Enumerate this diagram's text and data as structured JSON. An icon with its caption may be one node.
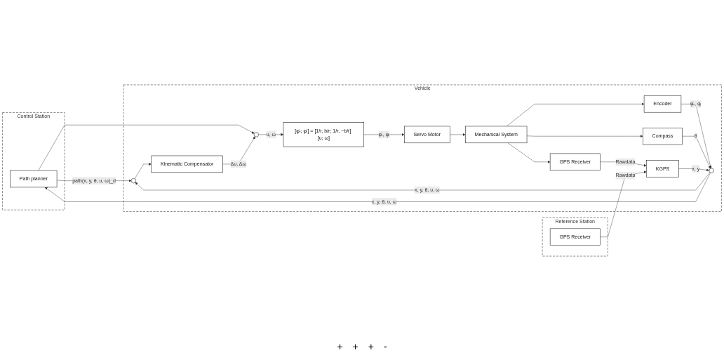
{
  "diagram": {
    "nodes": [
      {
        "text": [
          "Control Station"
        ]
      },
      {
        "text": [
          "Path planner"
        ],
        "in": 0
      },
      {
        "text": [
          "Vehicle"
        ]
      },
      {
        "text": [],
        "shape": "circle",
        "in": 2
      },
      {
        "text": [
          "Kinematic Compensator"
        ],
        "in": 2
      },
      {
        "text": [],
        "shape": "circle",
        "in": 2
      },
      {
        "text": [
          "[φ̇ᵣ; φ̇ₗ] = [1/r, b/r; 1/r, −b/r] [υ; ω]"
        ],
        "in": 2
      },
      {
        "text": [
          "Servo Motor"
        ],
        "in": 2
      },
      {
        "text": [
          "Mechanical System"
        ],
        "in": 2
      },
      {
        "text": [],
        "shape": "circle",
        "in": 2
      },
      {
        "text": [
          "Encoder"
        ],
        "in": 2
      },
      {
        "text": [
          "Compass"
        ],
        "in": 2
      },
      {
        "text": [
          "KGPS"
        ],
        "in": 2
      },
      {
        "text": [
          "GPS Receiver"
        ],
        "in": 2
      },
      {
        "text": [
          "Reference Station"
        ]
      },
      {
        "text": [
          "GPS Receiver"
        ],
        "in": 14
      }
    ],
    "edges": [
      {
        "from": 1,
        "to": 3,
        "arrow": "to",
        "label": "path(x, y, θ, υ, ω)_d"
      },
      {
        "from": 1,
        "to": 5,
        "arrow": "to"
      },
      {
        "from": 3,
        "to": 4,
        "arrow": "to"
      },
      {
        "from": 4,
        "to": 5,
        "arrow": "to",
        "label": "Δυ, Δω"
      },
      {
        "from": 5,
        "to": 6,
        "arrow": "to",
        "label": "υ, ω"
      },
      {
        "from": 6,
        "to": 7,
        "arrow": "to",
        "label": "φ̇ᵣ, φₗ"
      },
      {
        "from": 7,
        "to": 8,
        "arrow": "to"
      },
      {
        "from": 8,
        "to": 10,
        "arrow": "to"
      },
      {
        "from": 8,
        "to": 11,
        "arrow": "to"
      },
      {
        "from": 8,
        "to": 13,
        "arrow": "to"
      },
      {
        "from": 10,
        "to": 9,
        "arrow": "to",
        "label": "φ̇ᵣ, φₗ"
      },
      {
        "from": 11,
        "to": 9,
        "arrow": "to",
        "label": "θ"
      },
      {
        "from": 12,
        "to": 9,
        "arrow": "to",
        "label": "x, y"
      },
      {
        "from": 13,
        "to": 12,
        "arrow": "to",
        "label": "Rawdata"
      },
      {
        "from": 15,
        "to": 12,
        "arrow": "to",
        "label": "Rawdata"
      },
      {
        "from": 9,
        "to": 3,
        "arrow": "to",
        "label": "x, y, θ, υ, ω"
      },
      {
        "from": 9,
        "to": 1,
        "arrow": "to",
        "label": "x, y, θ, υ, ω"
      }
    ],
    "labels": [
      "+",
      "+",
      "+",
      "-"
    ]
  }
}
